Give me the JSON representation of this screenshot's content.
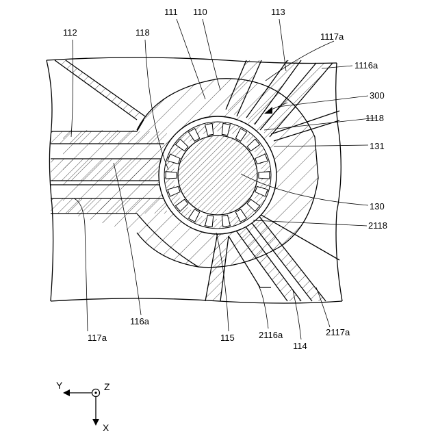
{
  "figure": {
    "labels": {
      "l111": "111",
      "l110": "110",
      "l113": "113",
      "l112": "112",
      "l118": "118",
      "l1117a": "1117a",
      "l1116a": "1116a",
      "l300": "300",
      "l1118": "1118",
      "l131": "131",
      "l130": "130",
      "l2118": "2118",
      "l117a": "117a",
      "l116a": "116a",
      "l115": "115",
      "l2116a": "2116a",
      "l114": "114",
      "l2117a": "2117a"
    },
    "axes": {
      "y": "Y",
      "z": "Z",
      "x": "X"
    }
  }
}
